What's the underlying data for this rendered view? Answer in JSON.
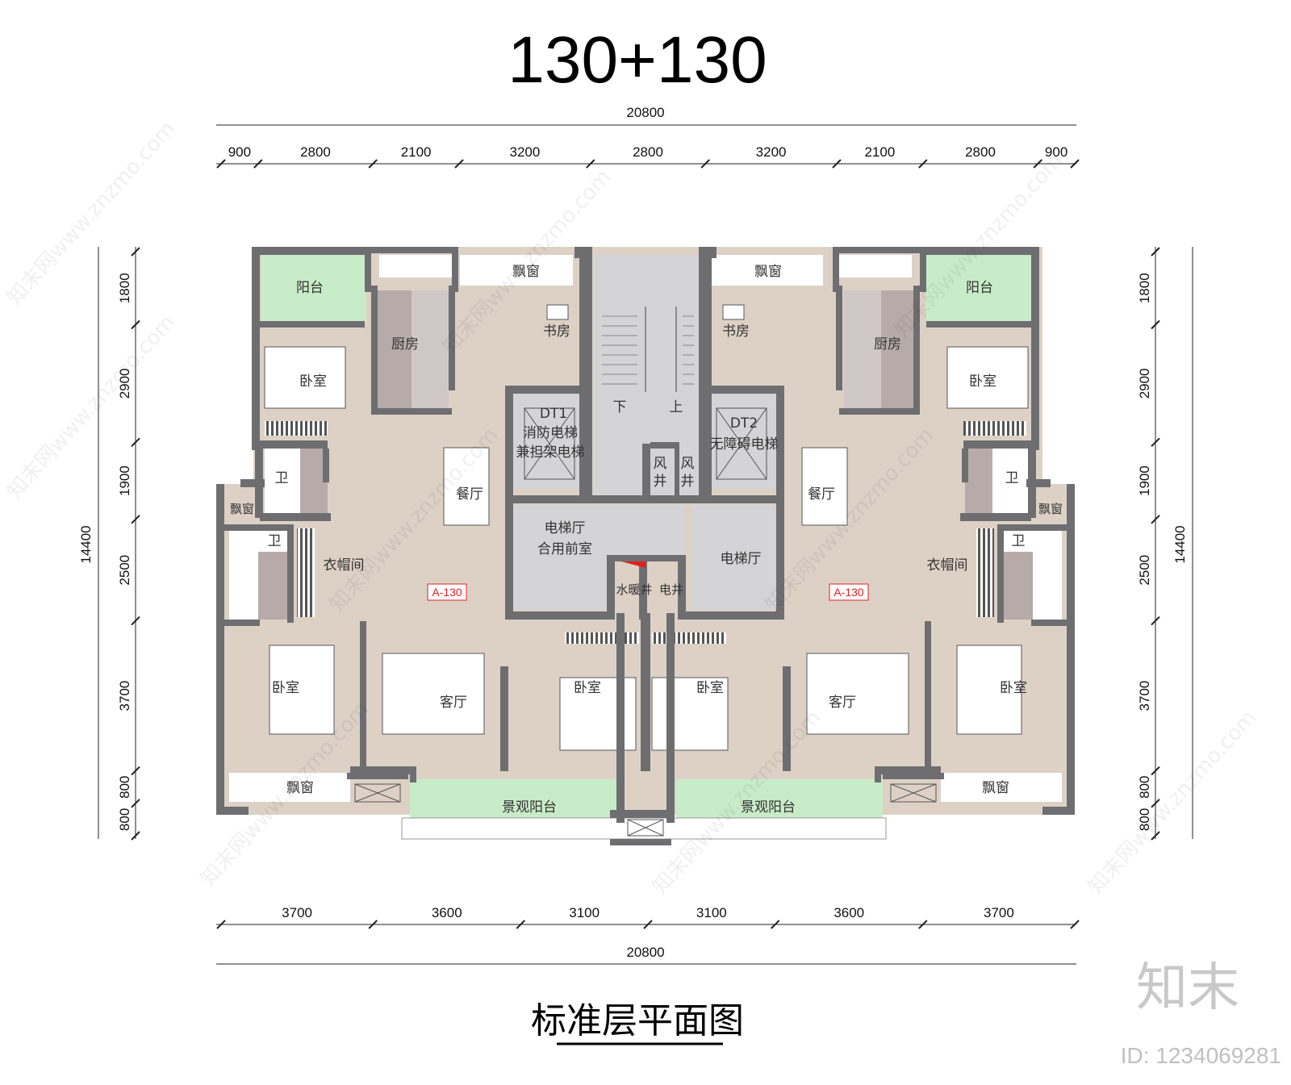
{
  "title": "130+130",
  "plan_title": "标准层平面图",
  "total_width": "20800",
  "total_depth": "14400",
  "top_dims": [
    "900",
    "2800",
    "2100",
    "3200",
    "2800",
    "3200",
    "2100",
    "2800",
    "900"
  ],
  "bottom_dims": [
    "3700",
    "3600",
    "3100",
    "3100",
    "3600",
    "3700"
  ],
  "side_dims": [
    "1800",
    "2900",
    "1900",
    "2500",
    "3700",
    "800",
    "800"
  ],
  "unit_tag": "A-130",
  "rooms": {
    "balcony": "阳台",
    "kitchen": "厨房",
    "bay": "飘窗",
    "study": "书房",
    "bedroom": "卧室",
    "bath": "卫",
    "closet": "衣帽间",
    "dining": "餐厅",
    "living": "客厅",
    "view_balcony": "景观阳台",
    "lift_hall": "电梯厅",
    "lift_hall_shared_1": "电梯厅",
    "lift_hall_shared_2": "合用前室",
    "dt1": "DT1",
    "dt1_line1": "消防电梯",
    "dt1_line2": "兼担架电梯",
    "dt2": "DT2",
    "dt2_line1": "无障碍电梯",
    "shaft_wind": "风",
    "shaft_well": "井",
    "water_heat": "水暖井",
    "electric": "电井",
    "down": "下",
    "up": "上"
  },
  "brand": {
    "logo": "知末",
    "id_text": "ID: 1234069281",
    "watermark": "知末网www.znzmo.com"
  },
  "colors": {
    "wall": "#6e6e70",
    "floor": "#ddd1c6",
    "balcony": "#c9ecc8",
    "kitchen": "#b7aba9",
    "core": "#d4d4d6",
    "tag": "#e02020"
  }
}
